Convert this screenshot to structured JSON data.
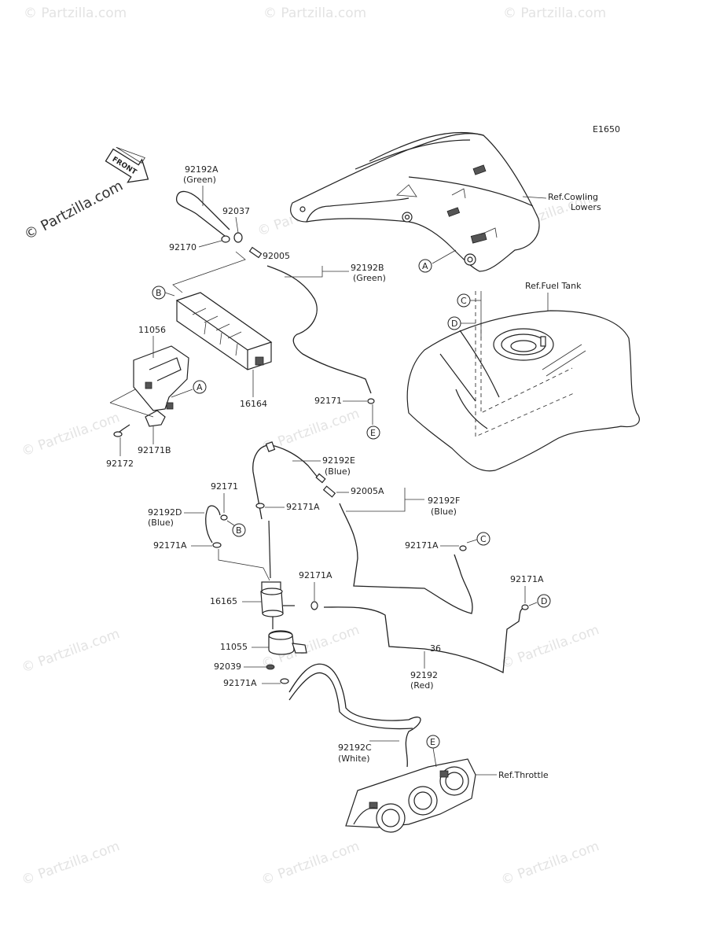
{
  "diagram": {
    "code": "E1650",
    "front_label": "FRONT",
    "watermark": "© Partzilla.com",
    "parts": {
      "p92192A": "92192A",
      "p92192A_color": "(Green)",
      "p92037": "92037",
      "p92170": "92170",
      "p92005": "92005",
      "p92192B": "92192B",
      "p92192B_color": "(Green)",
      "p11056": "11056",
      "p16164": "16164",
      "p92171_top": "92171",
      "p92172": "92172",
      "p92171B": "92171B",
      "p92192E": "92192E",
      "p92192E_color": "(Blue)",
      "p92171_mid": "92171",
      "p92171A_1": "92171A",
      "p92192D": "92192D",
      "p92192D_color": "(Blue)",
      "p92005A": "92005A",
      "p92192F": "92192F",
      "p92192F_color": "(Blue)",
      "p92171A_2": "92171A",
      "p92171A_3": "92171A",
      "p92171A_4": "92171A",
      "p92171A_5": "92171A",
      "p16165": "16165",
      "p11055": "11055",
      "p92039": "92039",
      "p92171A_6": "92171A",
      "p92192": "92192",
      "p92192_color": "(Red)",
      "p92192C": "92192C",
      "p92192C_color": "(White)"
    },
    "refs": {
      "cowling_1": "Ref.Cowling",
      "cowling_2": "Lowers",
      "fuel_tank": "Ref.Fuel Tank",
      "throttle": "Ref.Throttle"
    },
    "callouts": {
      "A": "A",
      "B": "B",
      "C": "C",
      "D": "D",
      "E": "E"
    }
  }
}
